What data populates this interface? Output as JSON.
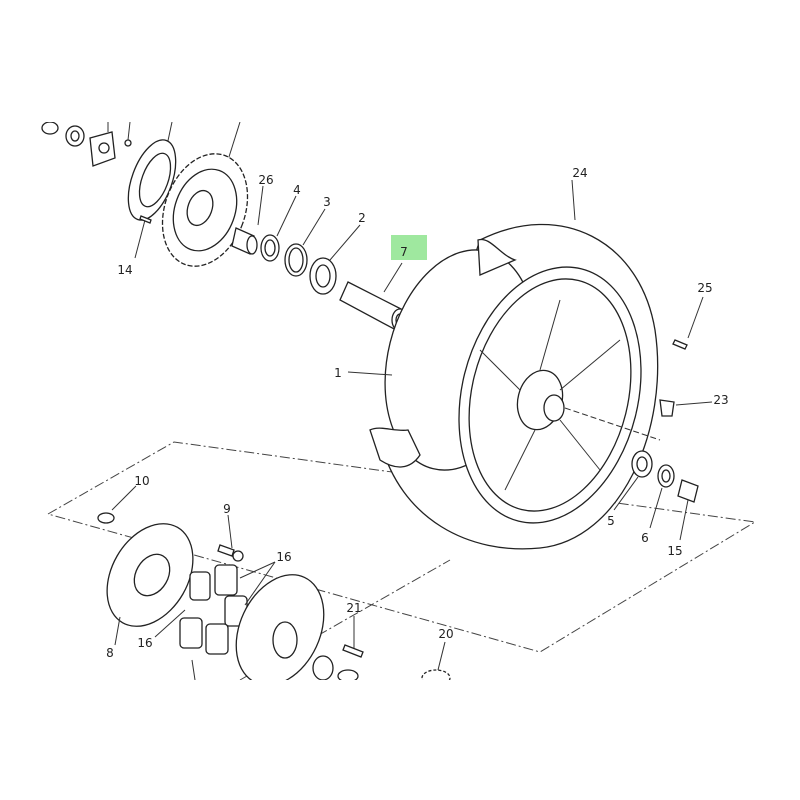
{
  "diagram": {
    "highlight_color": "#9fe89f",
    "highlighted_part": "7",
    "callouts": {
      "p26": "26",
      "p4": "4",
      "p3": "3",
      "p2": "2",
      "p7": "7",
      "p24": "24",
      "p14": "14",
      "p25": "25",
      "p1": "1",
      "p23": "23",
      "p5": "5",
      "p6": "6",
      "p15": "15",
      "p10": "10",
      "p9": "9",
      "p16a": "16",
      "p16b": "16",
      "p8": "8",
      "p21": "21",
      "p20": "20"
    }
  }
}
